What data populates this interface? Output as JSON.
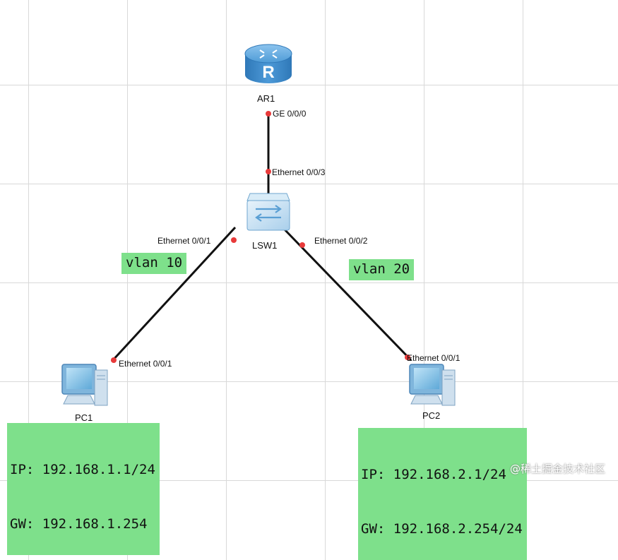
{
  "devices": {
    "router": {
      "name": "AR1",
      "glyph": "R"
    },
    "switch": {
      "name": "LSW1"
    },
    "pc1": {
      "name": "PC1"
    },
    "pc2": {
      "name": "PC2"
    }
  },
  "ports": {
    "ar1_ge": "GE 0/0/0",
    "lsw1_e3": "Ethernet 0/0/3",
    "lsw1_e1": "Ethernet 0/0/1",
    "lsw1_e2": "Ethernet 0/0/2",
    "pc1_e1": "Ethernet 0/0/1",
    "pc2_e1": "Ethernet 0/0/1"
  },
  "vlans": {
    "left": "vlan 10",
    "right": "vlan 20"
  },
  "pc1_config": {
    "ip": "IP: 192.168.1.1/24",
    "gw": "GW: 192.168.1.254"
  },
  "pc2_config": {
    "ip": "IP: 192.168.2.1/24",
    "gw": "GW: 192.168.2.254/24"
  },
  "watermark": "@稀土掘金技术社区",
  "colors": {
    "router": "#3e8fd0",
    "port_dot": "#e83a3a",
    "note_bg": "#7ee08b"
  }
}
